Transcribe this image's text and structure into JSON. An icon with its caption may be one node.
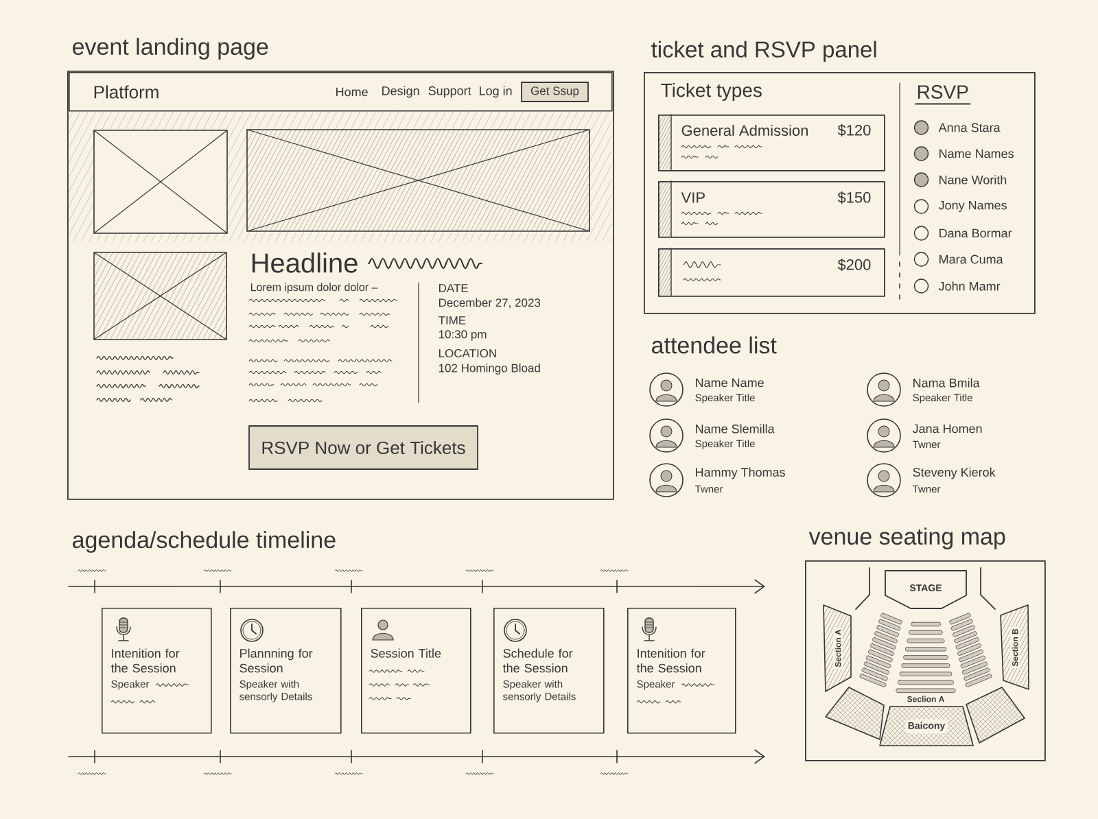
{
  "diagram": {
    "nodes": [
      {
        "text": [
          "event landing page",
          "Headline",
          "Lorem ipsum dolor dolor –",
          "DATE",
          "December 27, 2023",
          "TIME",
          "10:30 pm",
          "LOCATION",
          "102 Homingo Bload"
        ]
      },
      {
        "text": [
          "Platform",
          "Home",
          "Design",
          "Support",
          "Log in"
        ],
        "in": 0
      },
      {
        "text": [
          "Get Ssup"
        ],
        "in": 1
      },
      {
        "text": [
          "RSVP Now or Get Tickets"
        ],
        "in": 0
      },
      {
        "text": [
          "ticket and RSVP panel",
          "Ticket types",
          "RSVP",
          "Anna Stara",
          "Name Names",
          "Nane Worith",
          "Jony Names",
          "Dana Bormar",
          "Mara Cuma",
          "John Mamr"
        ]
      },
      {
        "text": [
          "General Admission",
          "$120"
        ],
        "in": 4
      },
      {
        "text": [
          "VIP",
          "$150"
        ],
        "in": 4
      },
      {
        "text": [
          "$200"
        ],
        "in": 4
      },
      {
        "text": [
          "Intenition for the Session",
          "Speaker"
        ]
      },
      {
        "text": [
          "Plannning for Session",
          "Speaker with sensorly Details"
        ]
      },
      {
        "text": [
          "Session Title"
        ]
      },
      {
        "text": [
          "Schedule for the Session",
          "Speaker with sensorly Details"
        ]
      },
      {
        "text": [
          "Intenition for the Session",
          "Speaker"
        ]
      },
      {
        "text": [
          "venue seating map",
          "Seclion A"
        ]
      },
      {
        "text": [
          "STAGE"
        ],
        "in": 13
      },
      {
        "text": [
          "Section A"
        ],
        "in": 13
      },
      {
        "text": [
          "Section B"
        ],
        "in": 13
      },
      {
        "text": [
          "Baicony"
        ],
        "in": 13
      }
    ],
    "labels": [
      "attendee list",
      "Name Name",
      "Speaker Title",
      "Nama Bmila",
      "Speaker Title",
      "Name Slemilla",
      "Speaker Title",
      "Jana Homen",
      "Twner",
      "Hammy Thomas",
      "Twner",
      "Steveny Kierok",
      "Twner",
      "agenda/schedule timeline"
    ]
  }
}
